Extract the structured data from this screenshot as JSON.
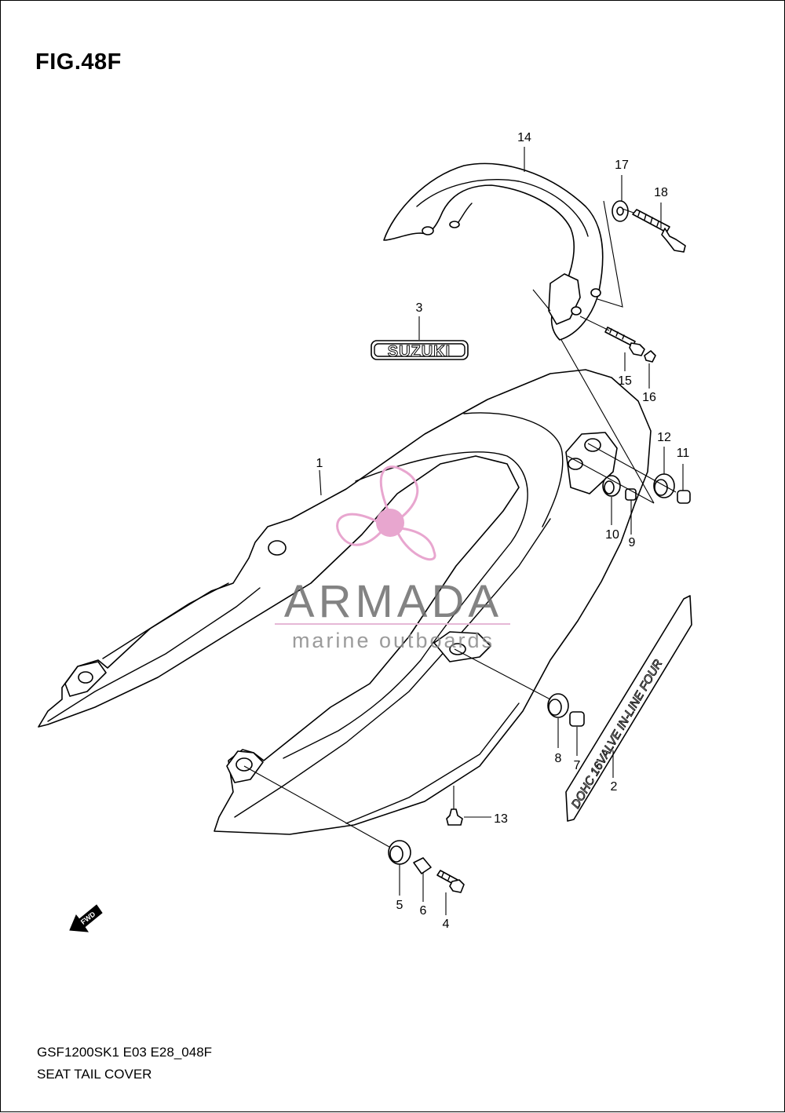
{
  "figure": {
    "title": "FIG.48F",
    "model_code": "GSF1200SK1 E03 E28_048F",
    "section_name": "SEAT TAIL COVER"
  },
  "emblem_text": "SUZUKI",
  "decal_text": "DOHC 16VALVE IN-LINE FOUR",
  "fwd_label": "FWD",
  "watermark": {
    "brand": "ARMADA",
    "tagline": "marine outboards",
    "brand_color": "#6e6e6e",
    "logo_color": "#e8a6cf",
    "line_color": "#e6b8d6"
  },
  "callouts": {
    "c1": "1",
    "c2": "2",
    "c3": "3",
    "c4": "4",
    "c5": "5",
    "c6": "6",
    "c7": "7",
    "c8": "8",
    "c9": "9",
    "c10": "10",
    "c11": "11",
    "c12": "12",
    "c13": "13",
    "c14": "14",
    "c15": "15",
    "c16": "16",
    "c17": "17",
    "c18": "18"
  }
}
